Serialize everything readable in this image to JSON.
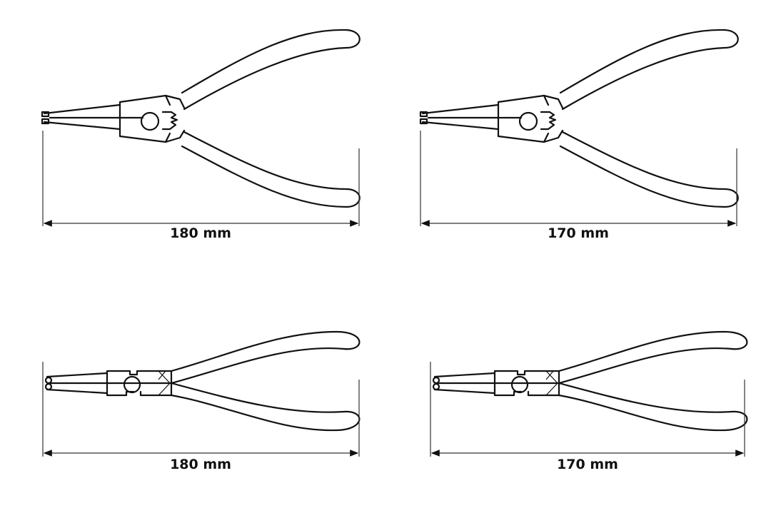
{
  "figures": [
    {
      "type": "external-circlip-pliers",
      "dimension_label": "180 mm"
    },
    {
      "type": "external-circlip-pliers",
      "dimension_label": "170 mm"
    },
    {
      "type": "internal-circlip-pliers",
      "dimension_label": "180 mm"
    },
    {
      "type": "internal-circlip-pliers",
      "dimension_label": "170 mm"
    }
  ],
  "colors": {
    "line": "#111111",
    "background": "#ffffff"
  }
}
